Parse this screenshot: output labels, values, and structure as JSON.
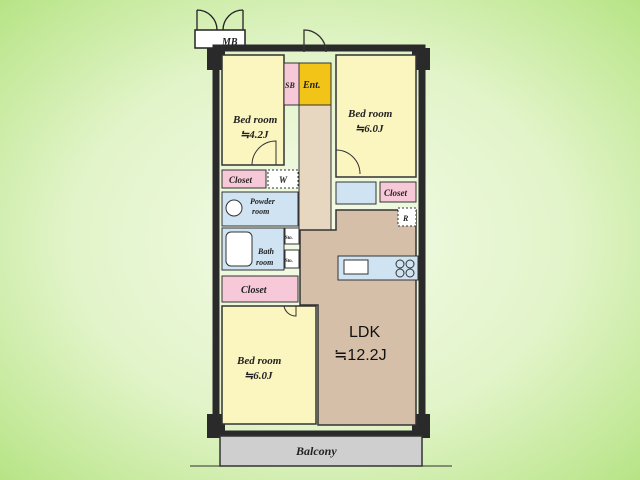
{
  "rooms": {
    "mb": "MB",
    "sb": "SB",
    "entrance": "Ent.",
    "bedroom_nw": {
      "name": "Bed room",
      "size": "≒4.2J"
    },
    "bedroom_ne": {
      "name": "Bed room",
      "size": "≒6.0J"
    },
    "bedroom_sw": {
      "name": "Bed room",
      "size": "≒6.0J"
    },
    "closet_w": "Closet",
    "closet_e": "Closet",
    "closet_big": "Closet",
    "wic": "W",
    "powder": [
      "Powder",
      "room"
    ],
    "bath": [
      "Bath",
      "room"
    ],
    "storage_a": "Sto.",
    "storage_b": "Sto.",
    "refrigerator": "R",
    "ldk": {
      "name": "LDK",
      "size": "≒12.2J"
    },
    "balcony": "Balcony"
  },
  "colors": {
    "bedroom": "#fbf5c0",
    "closet": "#f7c9d8",
    "hall": "#e7d6c0",
    "ldk": "#d6bfa8",
    "entrance": "#f2c417",
    "wet": "#cfe3f2",
    "balcony": "#cfcfcf",
    "wall": "#2a2a2a"
  }
}
